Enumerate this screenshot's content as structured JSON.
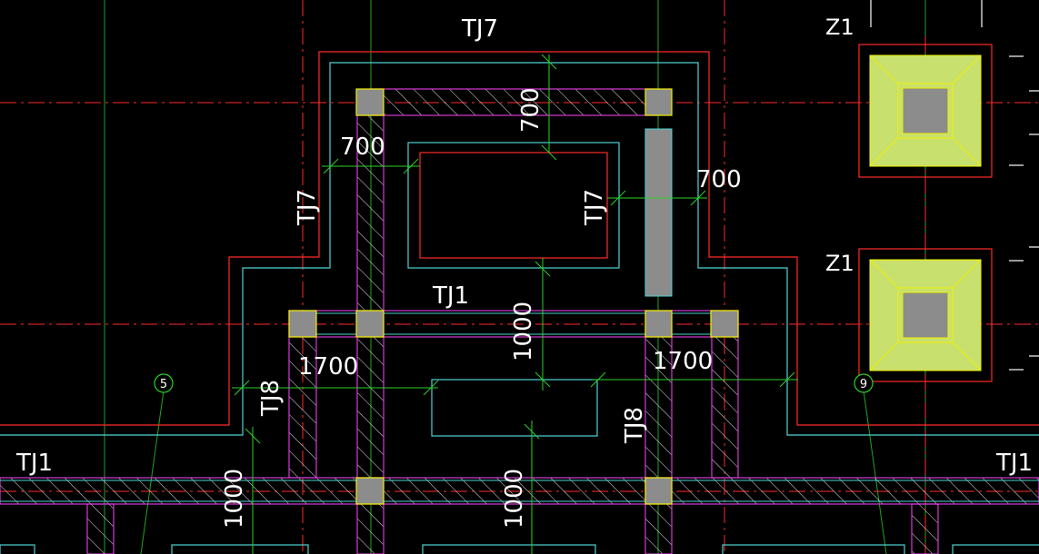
{
  "colors": {
    "background": "#000000",
    "axis_red": "#ff2a2a",
    "grid_green": "#22c322",
    "foundation_magenta": "#d63ad6",
    "outline_cyan": "#4fd2d2",
    "column_gray": "#8c8c8c",
    "column_yellow": "#f0f000",
    "pad_yellowgreen": "#c8e06e",
    "dim_green": "#2ad22a",
    "text_white": "#ffffff"
  },
  "labels": {
    "tj7_top": "TJ7",
    "tj7_left": "TJ7",
    "tj7_right": "TJ7",
    "tj1_center": "TJ1",
    "tj1_left": "TJ1",
    "tj1_right": "TJ1",
    "tj8_left": "TJ8",
    "tj8_right": "TJ8",
    "z1_top": "Z1",
    "z1_bottom": "Z1"
  },
  "dimensions": {
    "d700_top": "700",
    "d700_left": "700",
    "d700_right": "700",
    "d1000_center": "1000",
    "d1000_bottom": "1000",
    "d1000_left": "1000",
    "d1700_left": "1700",
    "d1700_right": "1700"
  },
  "axis_bubbles": {
    "axis_5": "5",
    "axis_9": "9"
  }
}
